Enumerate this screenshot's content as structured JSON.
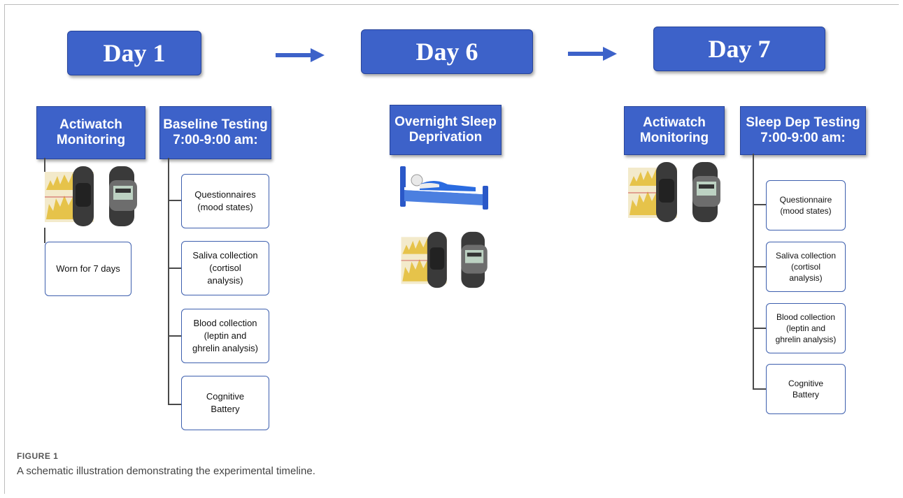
{
  "timeline": {
    "days": [
      {
        "label": "Day 1"
      },
      {
        "label": "Day 6"
      },
      {
        "label": "Day 7"
      }
    ]
  },
  "day1": {
    "actiwatch": {
      "line1": "Actiwatch",
      "line2": "Monitoring",
      "note": "Worn for 7 days"
    },
    "baseline": {
      "line1": "Baseline Testing",
      "line2": "7:00-9:00 am:",
      "items": [
        {
          "line1": "Questionnaires",
          "line2": "(mood states)",
          "line3": ""
        },
        {
          "line1": "Saliva collection",
          "line2": "(cortisol",
          "line3": "analysis)"
        },
        {
          "line1": "Blood collection",
          "line2": "(leptin and",
          "line3": "ghrelin analysis)"
        },
        {
          "line1": "Cognitive",
          "line2": "Battery",
          "line3": ""
        }
      ]
    }
  },
  "day6": {
    "header": {
      "line1": "Overnight Sleep",
      "line2": "Deprivation"
    }
  },
  "day7": {
    "actiwatch": {
      "line1": "Actiwatch",
      "line2": "Monitoring"
    },
    "testing": {
      "line1": "Sleep Dep Testing",
      "line2": "7:00-9:00 am:",
      "items": [
        {
          "line1": "Questionnaire",
          "line2": "(mood states)",
          "line3": ""
        },
        {
          "line1": "Saliva collection",
          "line2": "(cortisol",
          "line3": "analysis)"
        },
        {
          "line1": "Blood collection",
          "line2": "(leptin and",
          "line3": "ghrelin analysis)"
        },
        {
          "line1": "Cognitive",
          "line2": "Battery",
          "line3": ""
        }
      ]
    }
  },
  "figure": {
    "label": "FIGURE 1",
    "caption": "A schematic illustration demonstrating the experimental timeline."
  },
  "colors": {
    "box_fill": "#3d62c9",
    "box_border": "#27449a",
    "item_border": "#3d5fae",
    "connector": "#4a4a4a"
  },
  "icons": {
    "watch": "actiwatch-device-icon",
    "bed": "sleeping-person-bed-icon",
    "arrow": "right-arrow-icon"
  }
}
